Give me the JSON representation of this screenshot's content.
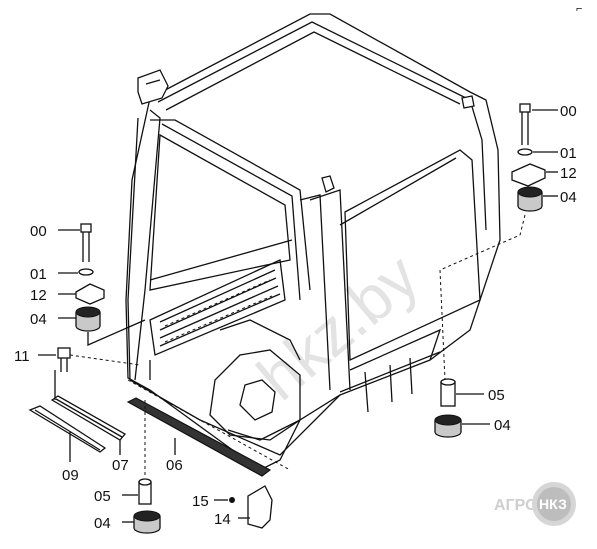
{
  "corner_mark": "⌐",
  "watermark": "hkz.by",
  "logo": {
    "left_text": "АГРО",
    "circle_text": "НКЗ"
  },
  "labels": {
    "tr_00": "00",
    "tr_01": "01",
    "tr_12": "12",
    "tr_04": "04",
    "l_00": "00",
    "l_01": "01",
    "l_12": "12",
    "l_04": "04",
    "l_11": "11",
    "b_09": "09",
    "b_07": "07",
    "b_06": "06",
    "b_05": "05",
    "b_04": "04",
    "r_05": "05",
    "r_04": "04",
    "b_15": "15",
    "b_14": "14"
  }
}
